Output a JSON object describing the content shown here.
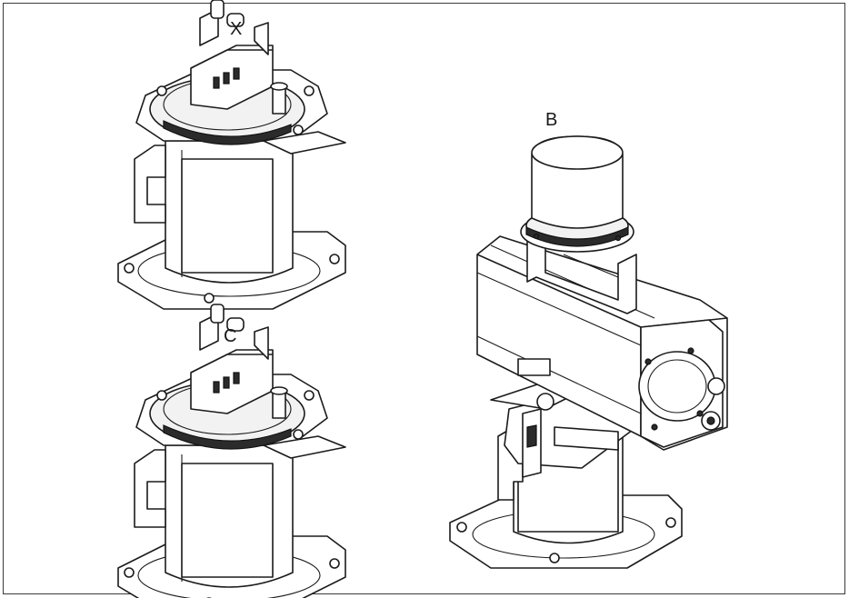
{
  "labels": {
    "x": "X",
    "c": "C",
    "b": "B"
  },
  "colors": {
    "line": "#1b1b1b",
    "background": "#ffffff",
    "frame": "#3a3a3a"
  }
}
